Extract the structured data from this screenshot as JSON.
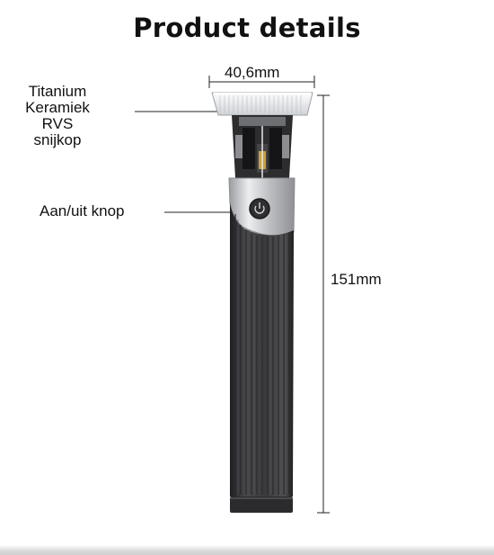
{
  "header": {
    "title": "Product details"
  },
  "annotations": {
    "blade_label_lines": [
      "Titanium",
      "Keramiek",
      "RVS",
      "snijkop"
    ],
    "switch_label": "Aan/uit knop",
    "width_dimension": "40,6mm",
    "height_dimension": "151mm"
  },
  "product": {
    "name_icon": "hair-trimmer-illustration",
    "colors": {
      "handle": "#3b3b3e",
      "ribs": "#2a2a2c",
      "chrome": "#d7d9dc",
      "blade": "#f2f2f2",
      "accent_gold": "#c9a23a"
    }
  }
}
